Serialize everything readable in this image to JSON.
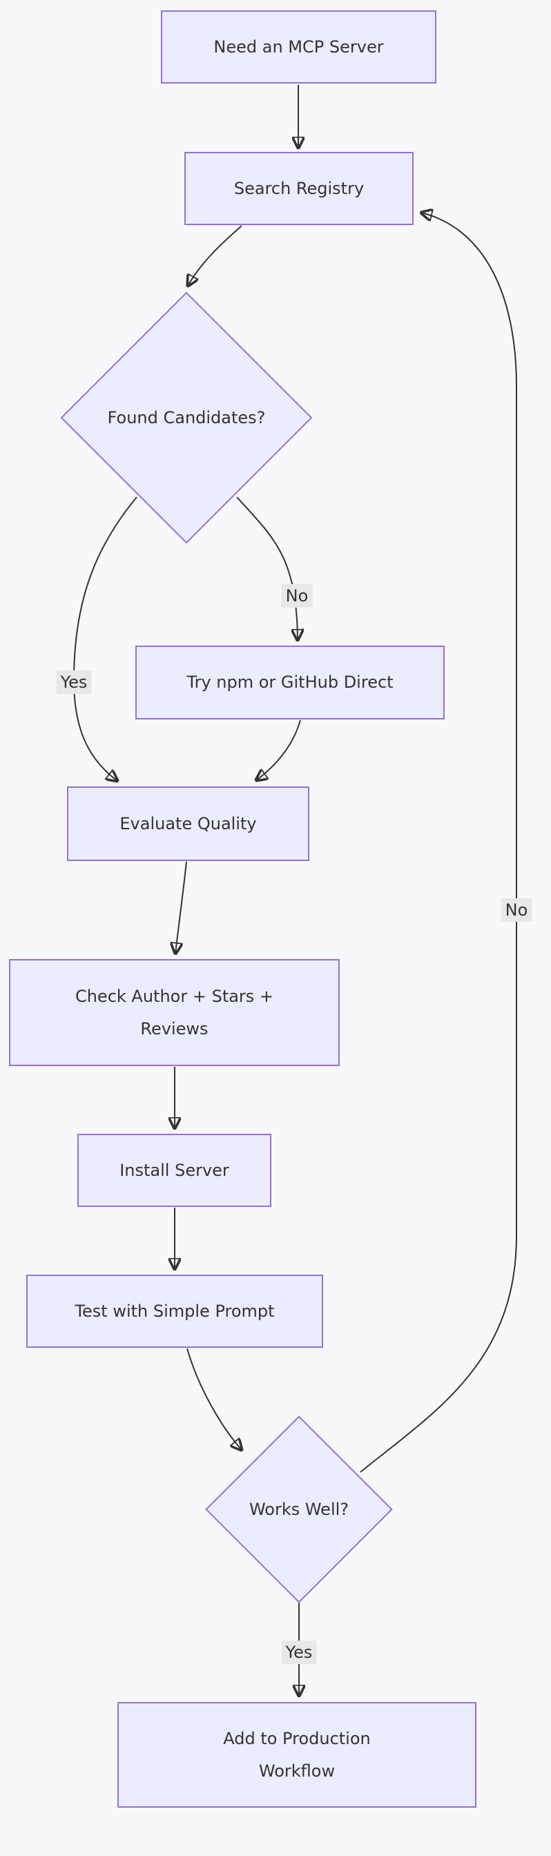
{
  "nodes": {
    "need": {
      "label": "Need an MCP Server"
    },
    "search": {
      "label": "Search Registry"
    },
    "found": {
      "label": "Found Candidates?"
    },
    "try": {
      "label": "Try npm or GitHub Direct"
    },
    "evaluate": {
      "label": "Evaluate Quality"
    },
    "check": {
      "lines": [
        "Check Author + Stars +",
        "Reviews"
      ]
    },
    "install": {
      "label": "Install Server"
    },
    "test": {
      "label": "Test with Simple Prompt"
    },
    "works": {
      "label": "Works Well?"
    },
    "add": {
      "lines": [
        "Add to Production",
        "Workflow"
      ]
    }
  },
  "edge_labels": {
    "found_no": "No",
    "found_yes": "Yes",
    "works_no": "No",
    "works_yes": "Yes"
  },
  "colors": {
    "background": "#f8f8fb",
    "node_fill": "#ECECFF",
    "node_border": "#9370DB",
    "edge_stroke": "#333333",
    "text": "#333333",
    "edge_label_bg": "#e8e8e8"
  }
}
